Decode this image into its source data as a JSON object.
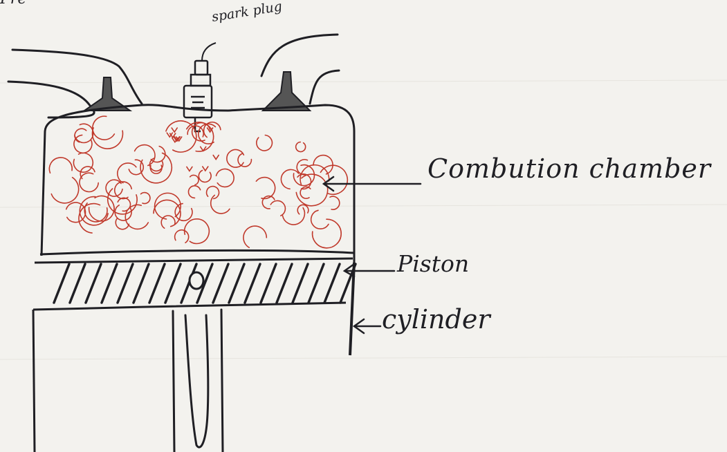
{
  "diagram": {
    "top_text": "Pre",
    "labels": {
      "spark_plug": "spark plug",
      "combustion_chamber": "Combution chamber",
      "piston": "Piston",
      "cylinder": "cylinder"
    }
  },
  "colors": {
    "ink": "#1f1f24",
    "mixture": "#c0392b",
    "paper": "#f3f2ee"
  }
}
